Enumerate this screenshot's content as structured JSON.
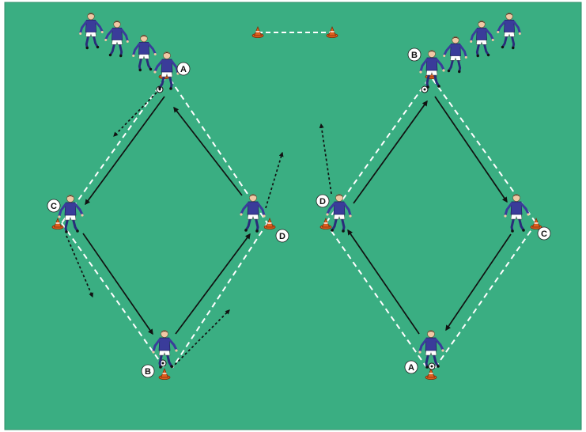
{
  "colors": {
    "field": "#3aae82",
    "field_border": "#2f8f69",
    "jersey": "#3a3c9a",
    "shorts": "#ffffff",
    "cone": "#e0601e",
    "pass_line": "#111111",
    "path_line": "#ffffff"
  },
  "labels": {
    "left_top": "A",
    "left_left": "C",
    "left_right": "D",
    "left_bottom": "B",
    "right_top": "B",
    "right_left": "D",
    "right_right": "C",
    "right_bottom": "A"
  }
}
